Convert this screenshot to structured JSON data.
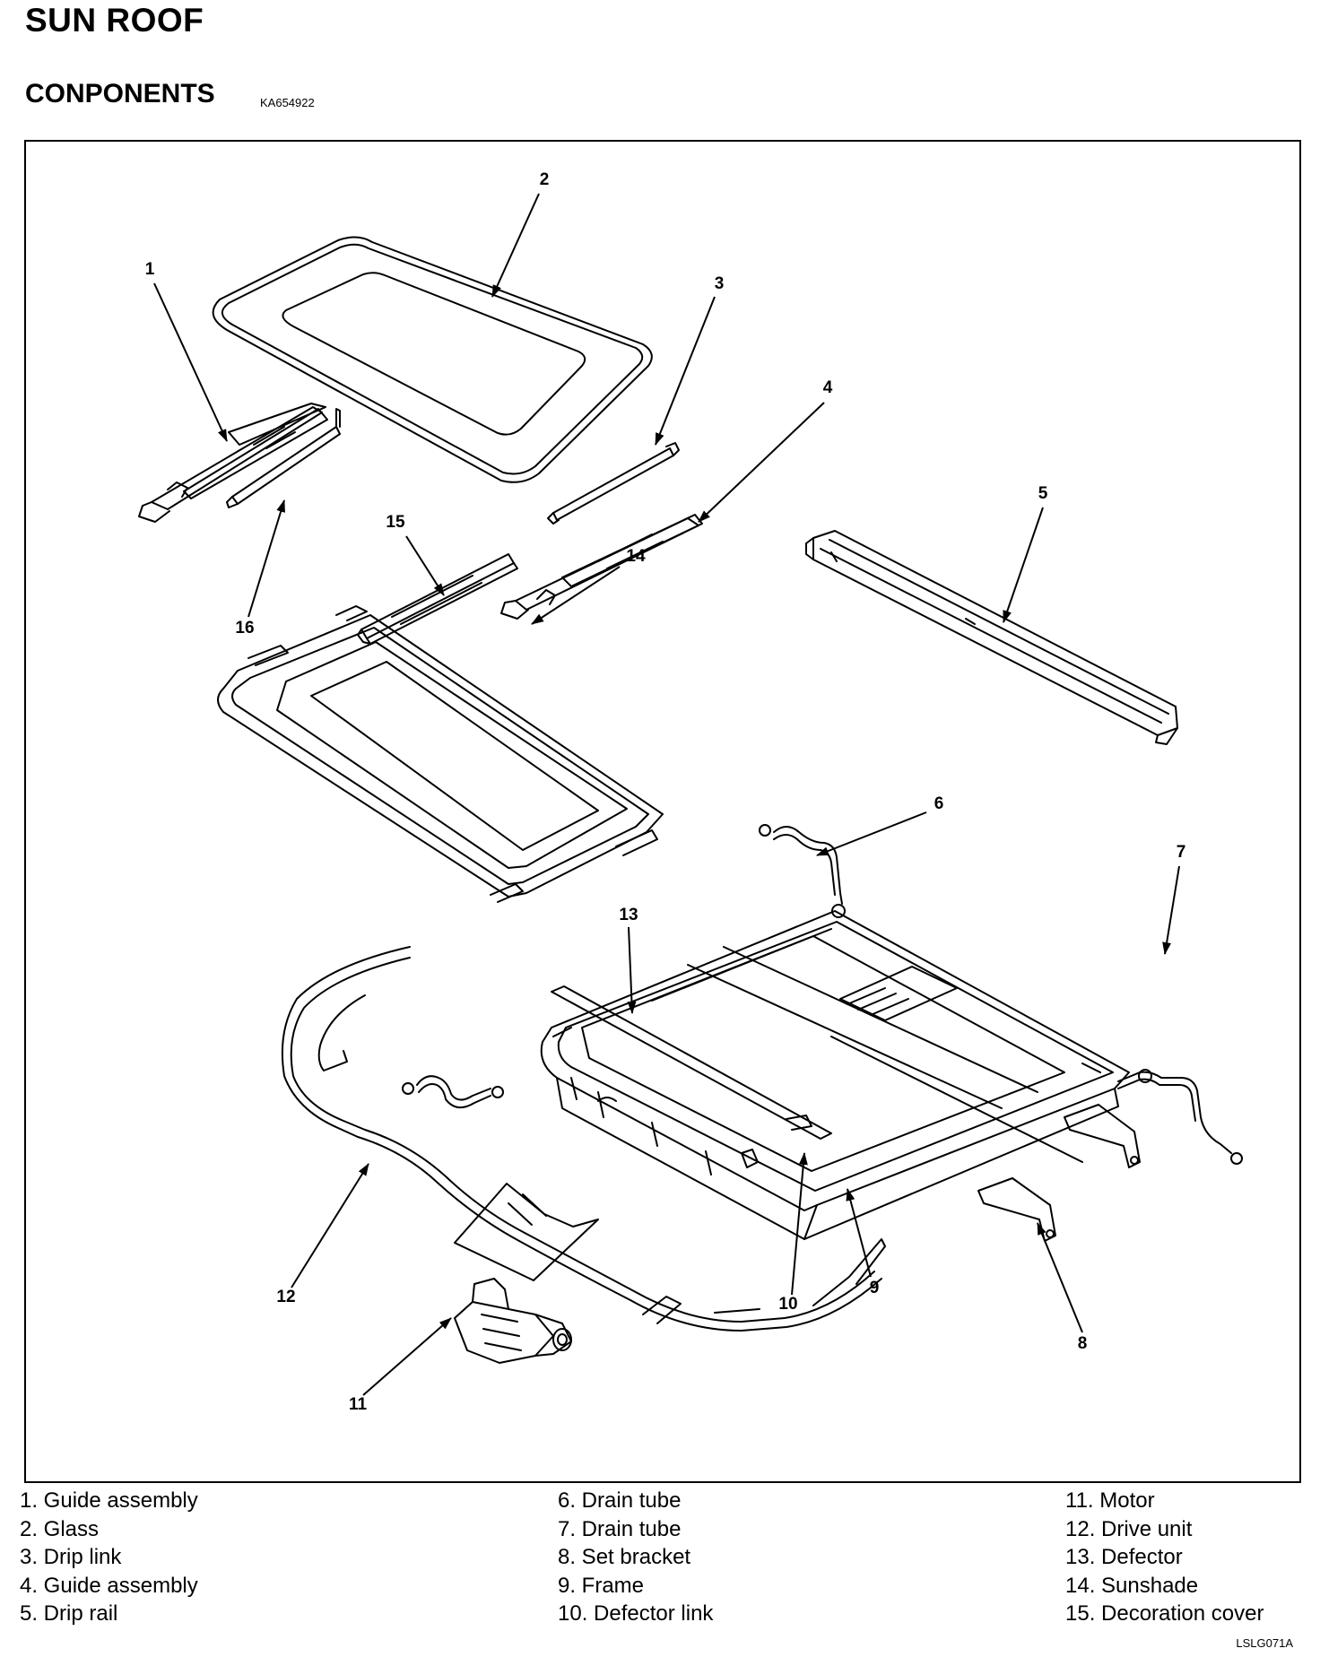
{
  "page": {
    "title": "SUN ROOF",
    "subtitle": "CONPONENTS",
    "doc_code": "KA654922",
    "figure_code": "LSLG071A"
  },
  "callouts": [
    "1",
    "2",
    "3",
    "4",
    "5",
    "6",
    "7",
    "8",
    "9",
    "10",
    "11",
    "12",
    "13",
    "14",
    "15",
    "16"
  ],
  "legend": {
    "col1": [
      "1. Guide assembly",
      "2. Glass",
      "3. Drip link",
      "4. Guide assembly",
      "5. Drip rail"
    ],
    "col2": [
      "6. Drain tube",
      "7. Drain tube",
      "8. Set bracket",
      "9. Frame",
      "10. Defector link"
    ],
    "col3": [
      "11. Motor",
      "12. Drive unit",
      "13. Defector",
      "14. Sunshade",
      "15. Decoration cover"
    ]
  }
}
